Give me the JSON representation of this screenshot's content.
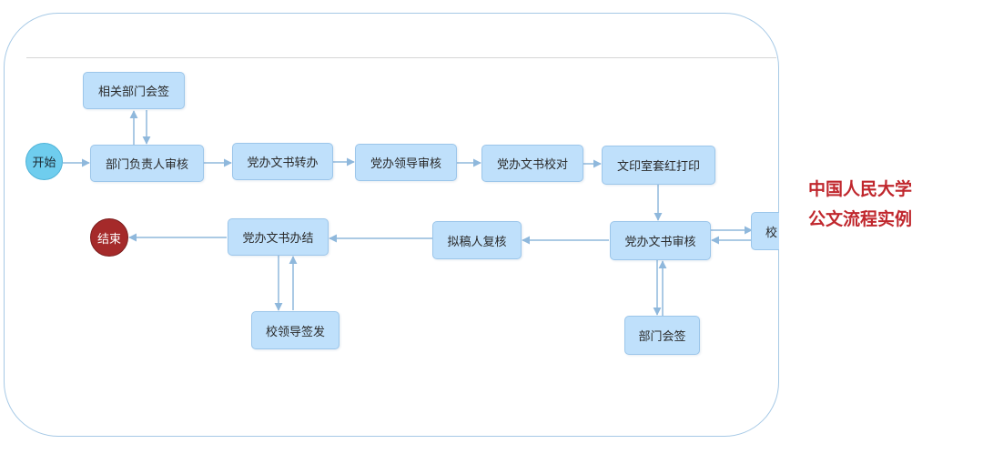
{
  "diagram": {
    "nodes": {
      "start": "开始",
      "dept_countersign": "相关部门会签",
      "dept_head_review": "部门负责人审核",
      "office_transfer": "党办文书转办",
      "office_leader_review": "党办领导审核",
      "office_proofread": "党办文书校对",
      "print_room": "文印室套红打印",
      "office_doc_review": "党办文书审核",
      "partial_node": "校",
      "drafter_recheck": "拟稿人复核",
      "office_close": "党办文书办结",
      "school_leader_sign": "校领导签发",
      "dept_sign": "部门会签",
      "end": "结束"
    },
    "colors": {
      "node_fill": "#bfe0fb",
      "node_border": "#9cc6ea",
      "start_fill": "#6fcdee",
      "end_fill": "#a52a2a",
      "edge": "#8fb8dc",
      "frame_border": "#a6c9e6"
    }
  },
  "side_title": {
    "line1": "中国人民大学",
    "line2": "公文流程实例"
  }
}
